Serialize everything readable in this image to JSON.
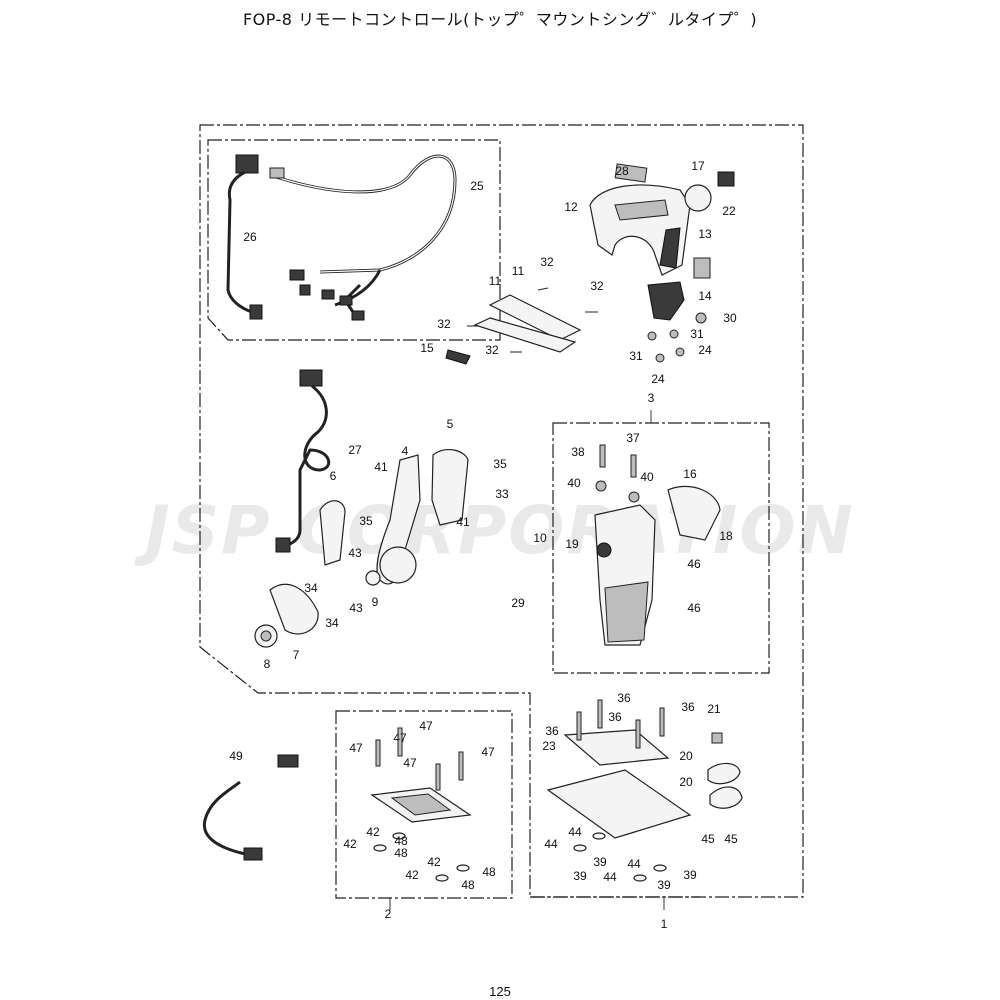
{
  "title": "FOP-8 リモートコントロール(トップ゜マウントシング゛ルタイプ゜)",
  "page_number": "125",
  "watermark": "JSP CORPORATION",
  "callouts": [
    "1",
    "2",
    "3",
    "4",
    "5",
    "6",
    "7",
    "8",
    "9",
    "10",
    "11",
    "11",
    "12",
    "13",
    "14",
    "15",
    "16",
    "17",
    "18",
    "19",
    "20",
    "20",
    "21",
    "22",
    "23",
    "24",
    "24",
    "25",
    "26",
    "27",
    "28",
    "29",
    "30",
    "31",
    "31",
    "32",
    "32",
    "32",
    "32",
    "33",
    "34",
    "34",
    "35",
    "35",
    "36",
    "36",
    "36",
    "36",
    "37",
    "38",
    "39",
    "39",
    "39",
    "39",
    "40",
    "40",
    "41",
    "41",
    "42",
    "42",
    "42",
    "42",
    "43",
    "43",
    "44",
    "44",
    "44",
    "44",
    "45",
    "45",
    "46",
    "46",
    "47",
    "47",
    "47",
    "47",
    "47",
    "48",
    "48",
    "48",
    "48",
    "49"
  ]
}
